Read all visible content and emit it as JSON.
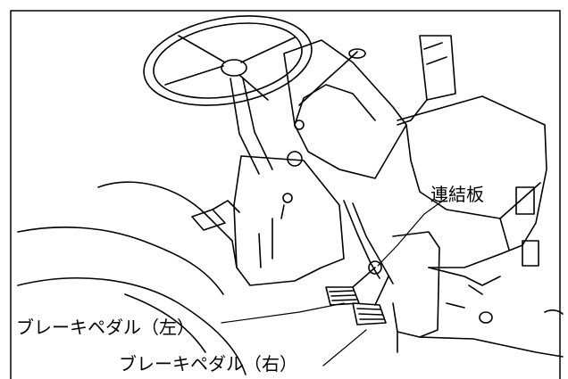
{
  "labels": {
    "coupling_plate": "連結板",
    "brake_pedal_left": "ブレーキペダル（左）",
    "brake_pedal_right": "ブレーキペダル（右）"
  },
  "colors": {
    "line": "#000000",
    "background": "#ffffff"
  }
}
